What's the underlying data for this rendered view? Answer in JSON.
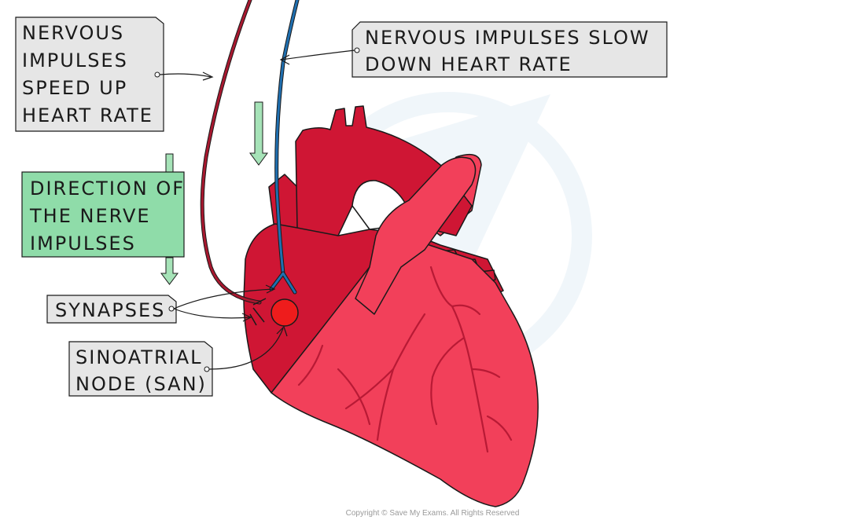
{
  "labels": {
    "speed_up": [
      "NERVOUS",
      "IMPULSES",
      "SPEED UP",
      "HEART RATE"
    ],
    "slow_down": [
      "NERVOUS IMPULSES SLOW",
      "DOWN HEART RATE"
    ],
    "direction": [
      "DIRECTION OF",
      "THE NERVE",
      "IMPULSES"
    ],
    "synapses": "SYNAPSES",
    "san": [
      "SINOATRIAL",
      "NODE (SAN)"
    ]
  },
  "copyright": "Copyright © Save My Exams. All Rights Reserved",
  "colors": {
    "heart_main": "#f2405a",
    "heart_dark": "#cf1634",
    "heart_vessels": "#b81a35",
    "sympathetic_nerve": "#a8182f",
    "parasympathetic_nerve": "#1f6fb0",
    "san_node": "#ee1c1c",
    "label_box": "#e6e6e6",
    "direction_box": "#8fdca9",
    "arrow_green": "#a6e3b8"
  }
}
